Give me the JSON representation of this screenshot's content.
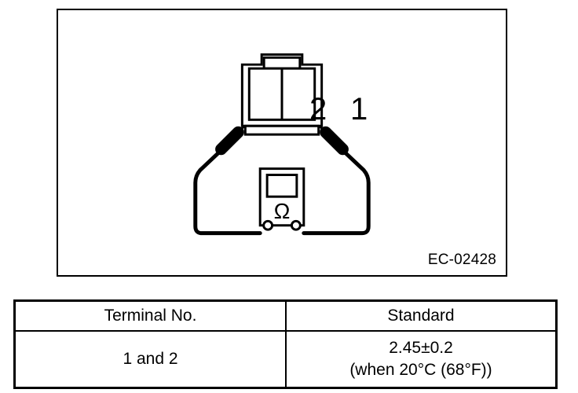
{
  "figure": {
    "reference_code": "EC-02428",
    "connector": {
      "pins": [
        {
          "number": "2",
          "position": "left"
        },
        {
          "number": "1",
          "position": "right"
        }
      ]
    },
    "meter": {
      "symbol": "Ω",
      "type": "ohmmeter",
      "terminals": 2
    },
    "probes": [
      {
        "name": "left-test-probe",
        "connects_to_pin": "2"
      },
      {
        "name": "right-test-probe",
        "connects_to_pin": "1"
      }
    ]
  },
  "table": {
    "headers": {
      "terminal": "Terminal No.",
      "standard": "Standard"
    },
    "rows": [
      {
        "terminal": "1 and 2",
        "standard_value": "2.45±0.2",
        "standard_condition": "(when 20°C (68°F))"
      }
    ]
  },
  "colors": {
    "ink": "#000000",
    "background": "#ffffff"
  }
}
